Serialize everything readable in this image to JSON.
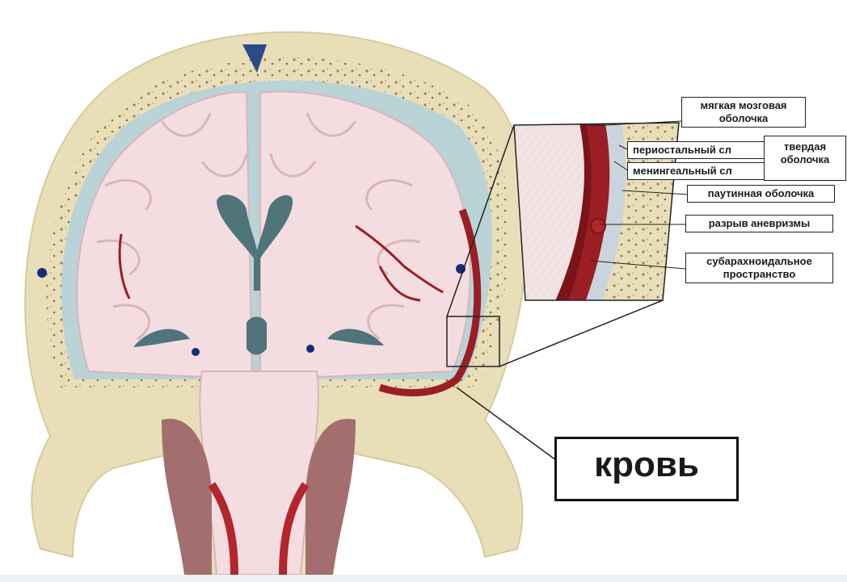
{
  "labels": {
    "pia_mater": "мягкая мозговая\nоболочка",
    "periosteal": "периостальный сл",
    "meningeal": "менингеальный сл",
    "dura_mater": "твердая\nоболочка",
    "arachnoid": "паутинная оболочка",
    "aneurysm_rupture": "разрыв аневризмы",
    "subarachnoid": "субарахноидальное\nпространство",
    "blood": "кровь"
  },
  "colors": {
    "skull": "#e8dfb8",
    "bone_spots": "#9c7a5a",
    "brain": "#f3dde0",
    "gyri_line": "#d7b6bc",
    "csf": "#9fc0c6",
    "ventricle": "#4f7479",
    "blood": "#9a1e24",
    "vessel": "#1d2a7a"
  }
}
